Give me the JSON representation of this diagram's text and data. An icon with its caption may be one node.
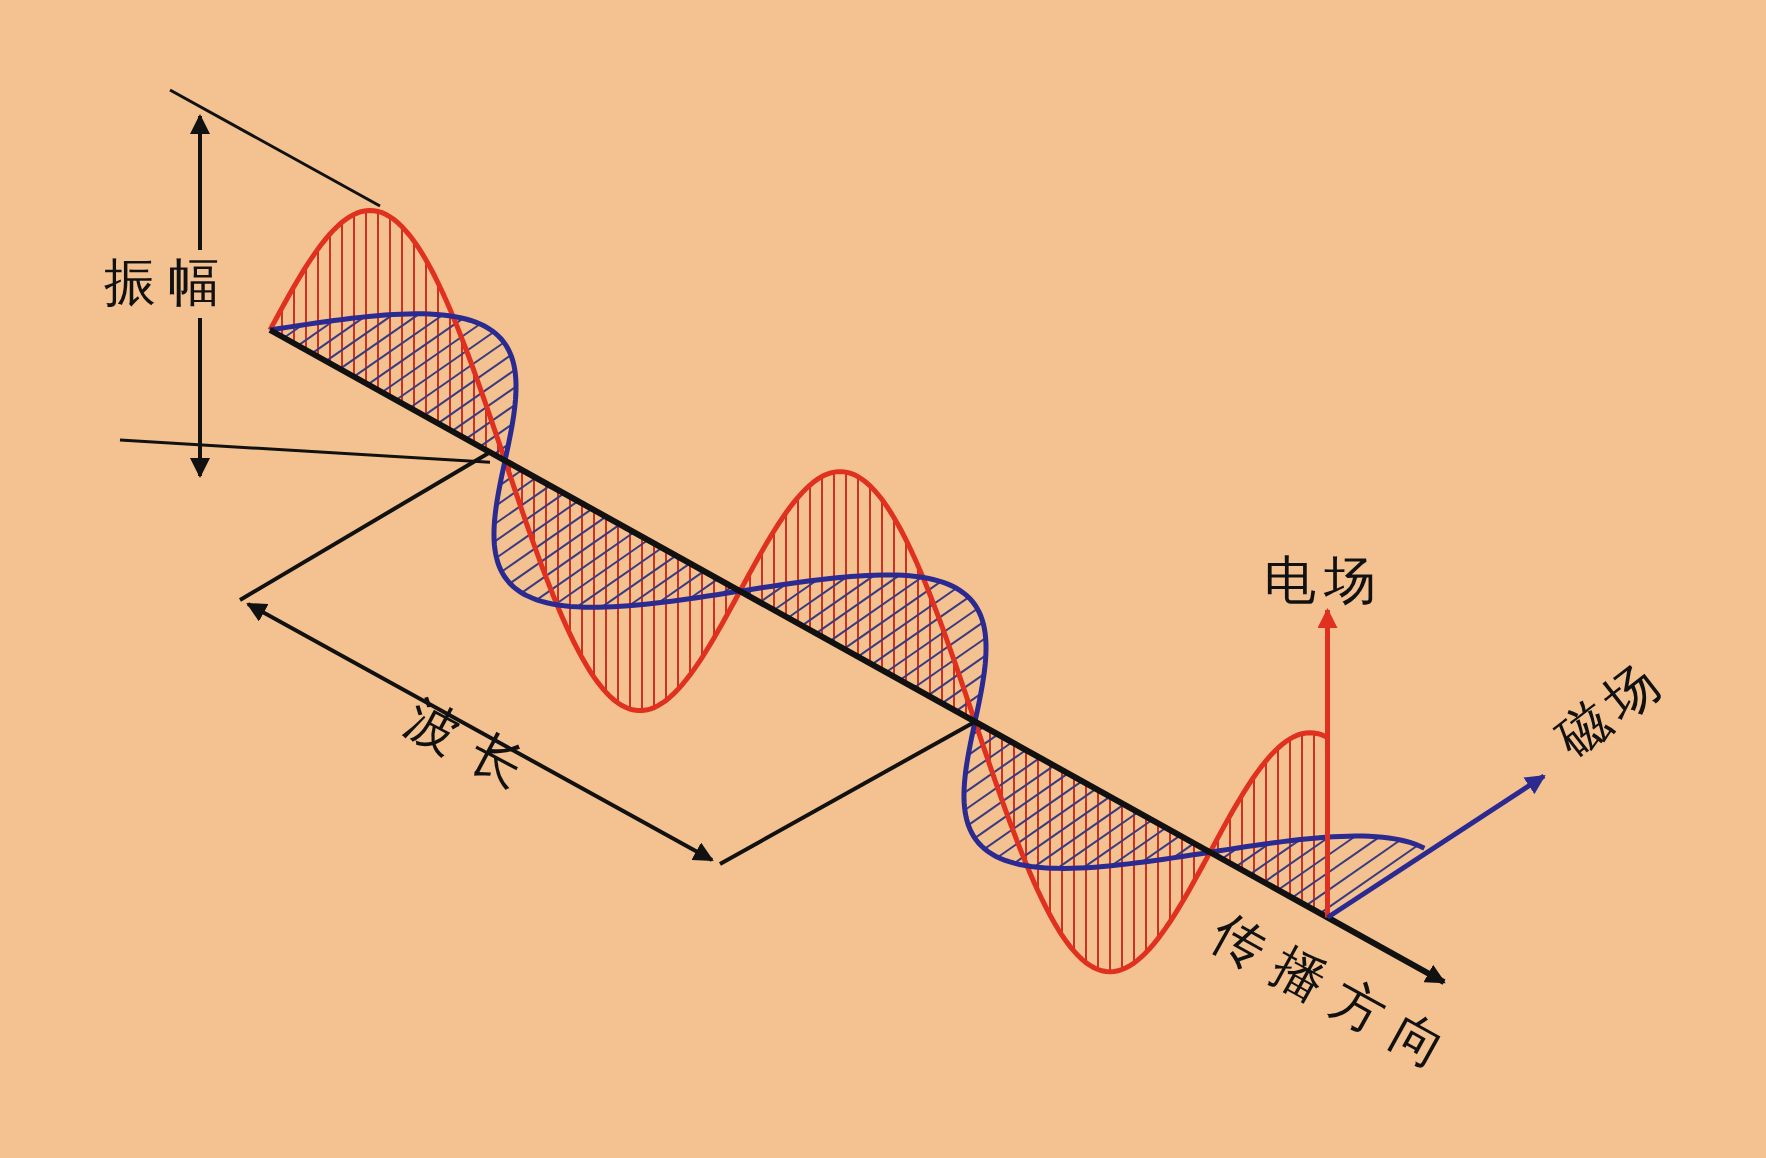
{
  "diagram": {
    "labels": [
      "振幅",
      "波长",
      "电场",
      "磁场",
      "传播方向"
    ]
  }
}
